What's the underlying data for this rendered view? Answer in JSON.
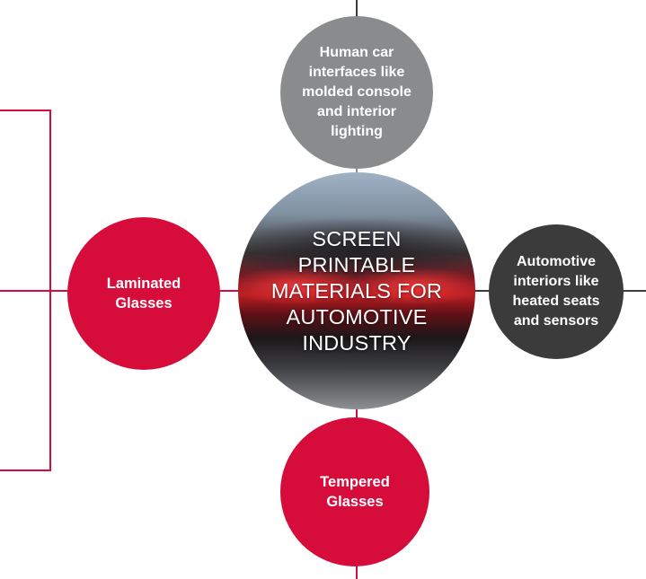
{
  "center": {
    "label": "SCREEN\nPRINTABLE\nMATERIALS FOR\nAUTOMOTIVE\nINDUSTRY"
  },
  "nodes": {
    "top": "Human car\ninterfaces like\nmolded console\nand interior\nlighting",
    "left": "Laminated\nGlasses",
    "right": "Automotive\ninteriors like\nheated seats\nand sensors",
    "bottom": "Tempered\nGlasses"
  },
  "colors": {
    "accent_red": "#d60c3b",
    "gray": "#8a8b8c",
    "dark": "#3b3b3b"
  }
}
